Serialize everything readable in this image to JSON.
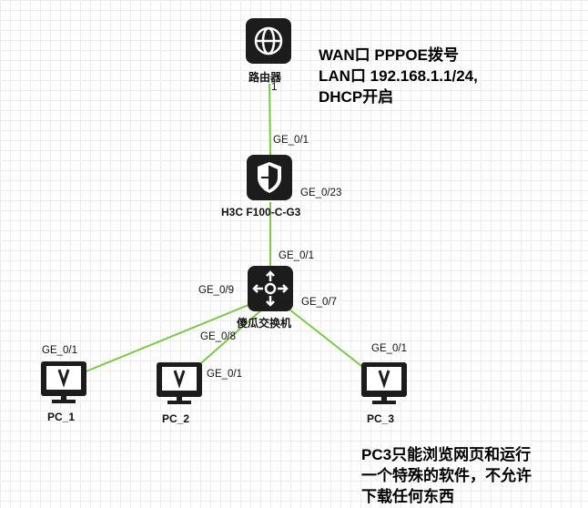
{
  "nodes": {
    "router": {
      "label": "路由器",
      "port_number": "1"
    },
    "firewall": {
      "label": "H3C F100-C-G3"
    },
    "switch": {
      "label": "傻瓜交换机"
    },
    "pc1": {
      "label": "PC_1"
    },
    "pc2": {
      "label": "PC_2"
    },
    "pc3": {
      "label": "PC_3"
    }
  },
  "ports": {
    "firewall_up": "GE_0/1",
    "firewall_side": "GE_0/23",
    "switch_up": "GE_0/1",
    "switch_pc1": "GE_0/9",
    "switch_pc2": "GE_0/8",
    "switch_pc3": "GE_0/7",
    "pc1": "GE_0/1",
    "pc2": "GE_0/1",
    "pc3": "GE_0/1"
  },
  "notes": {
    "router": [
      "WAN口 PPPOE拨号",
      "LAN口 192.168.1.1/24,",
      "DHCP开启"
    ],
    "pc3": [
      "PC3只能浏览网页和运行",
      "一个特殊的软件，不允许",
      "下载任何东西"
    ]
  },
  "colors": {
    "link": "#7cc94a",
    "device": "#1c1c1c",
    "grid": "#ececec"
  }
}
